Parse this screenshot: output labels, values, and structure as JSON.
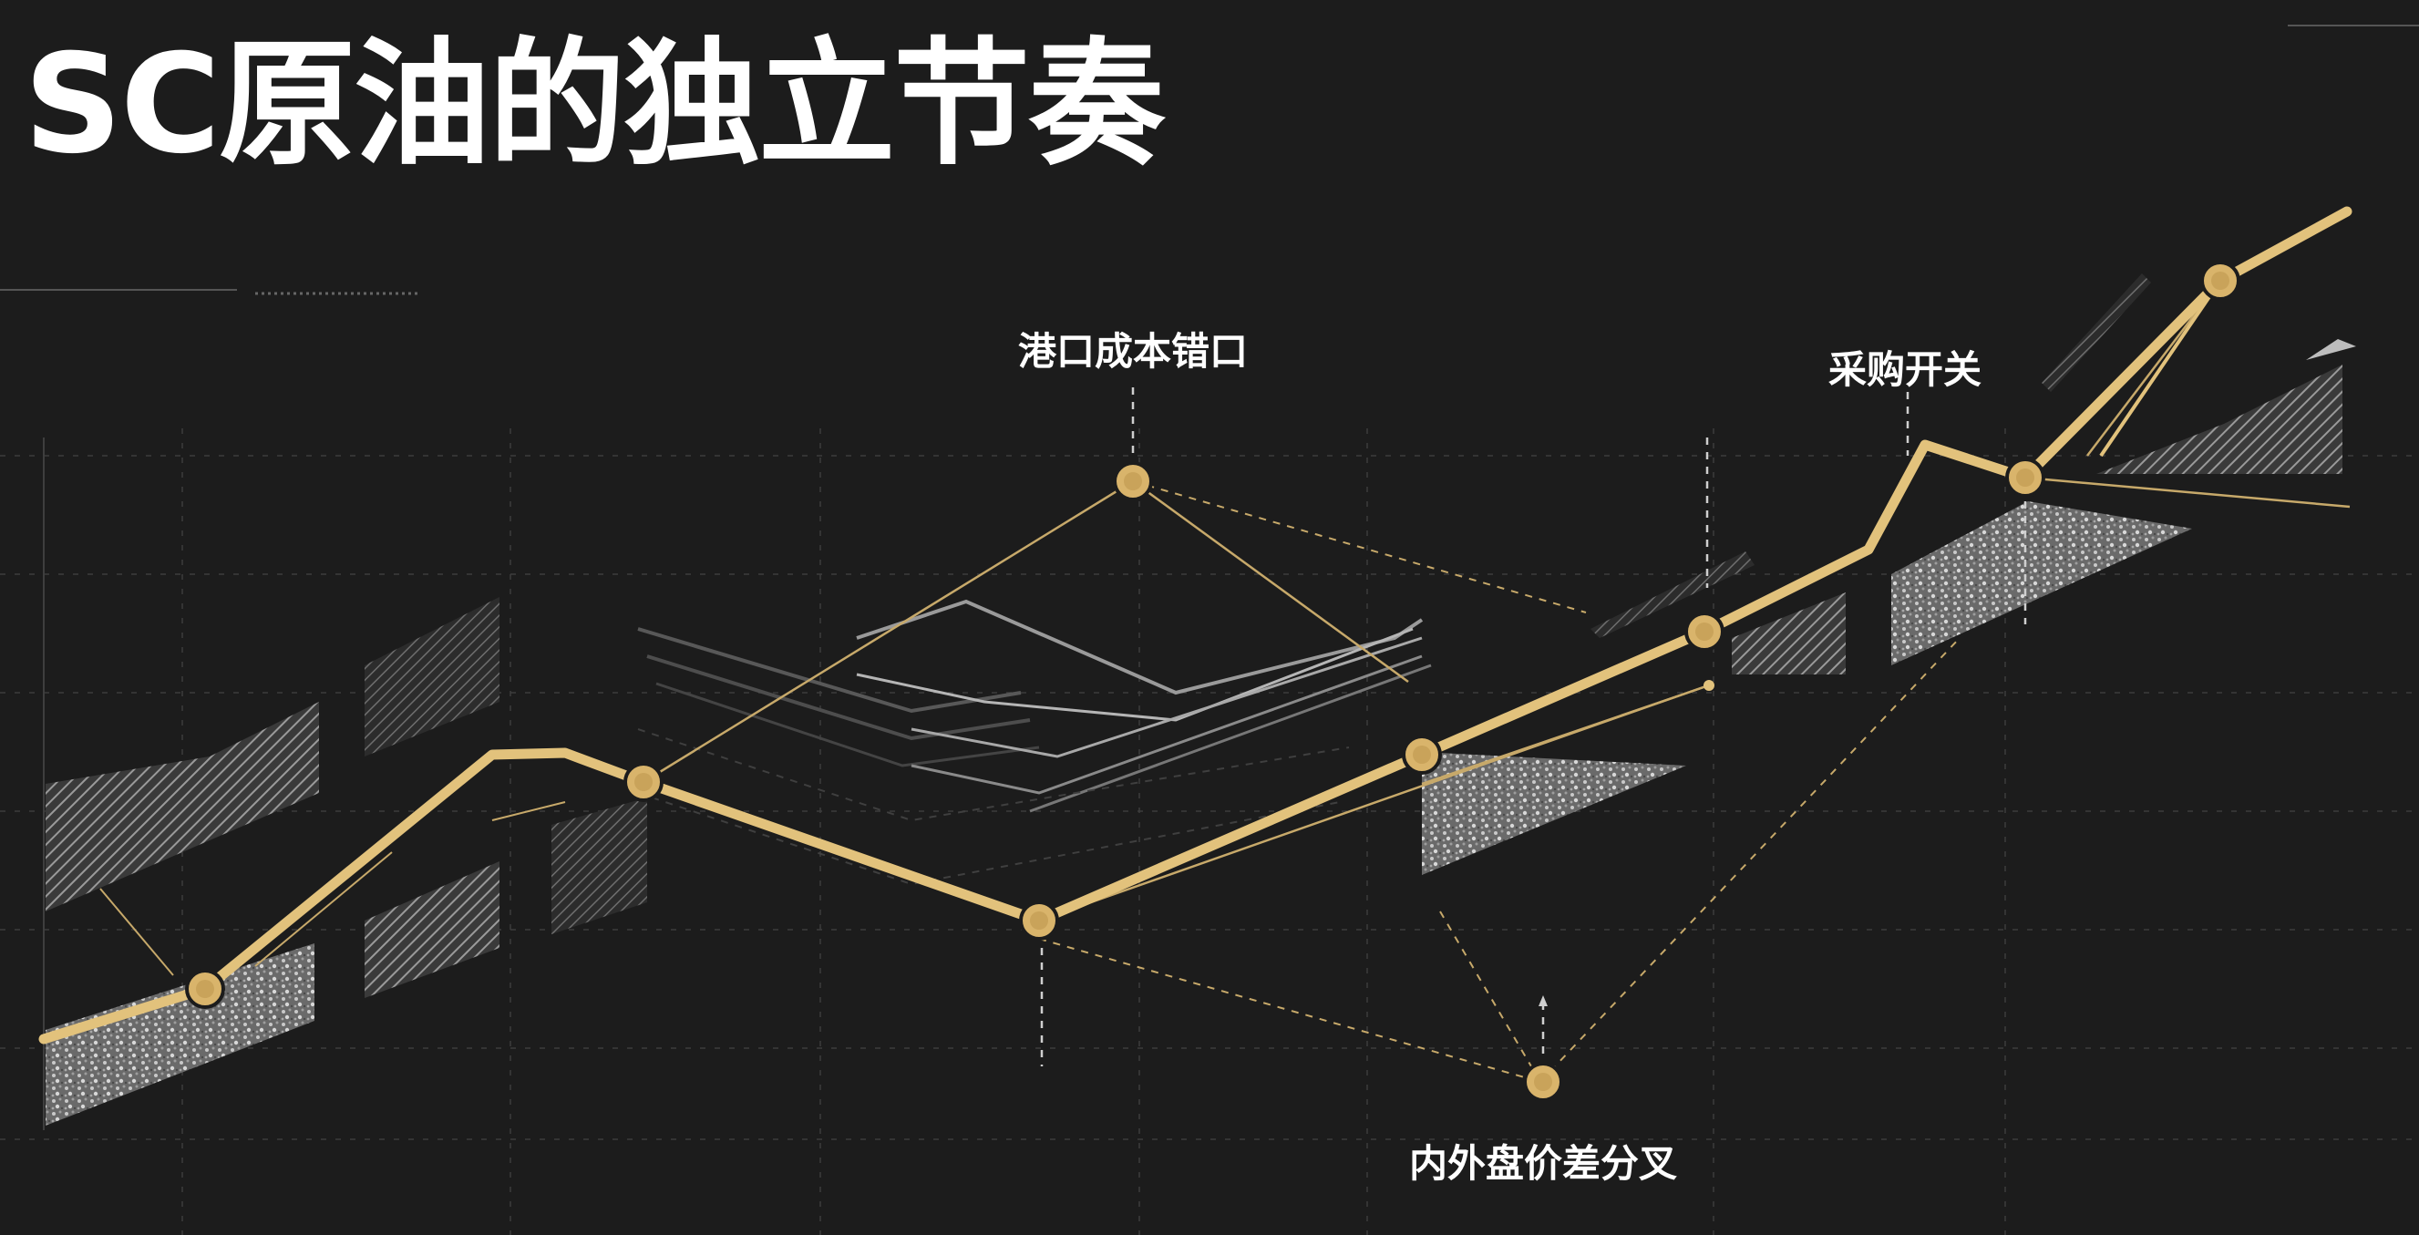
{
  "title": "SC原油的独立节奏",
  "colors": {
    "background": "#1c1c1c",
    "gold": "#e2c27c",
    "text": "#ffffff",
    "hatch": "#8c8c8c"
  },
  "callouts": {
    "port_cost": "港口成本错口",
    "purchase_switch": "采购开关",
    "spread_divergence": "内外盘价差分叉"
  }
}
